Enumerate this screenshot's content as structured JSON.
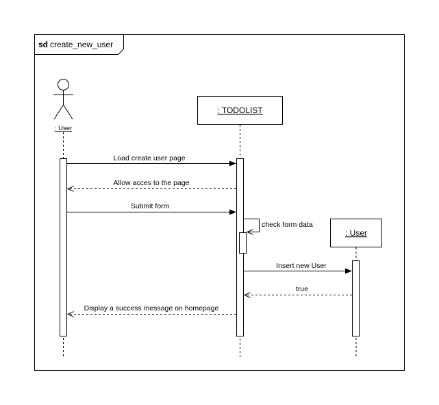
{
  "frame": {
    "keyword": "sd",
    "name": "create_new_user"
  },
  "participants": {
    "actor_user": ": User",
    "todolist": ": TODOLIST",
    "user_object": ": User"
  },
  "messages": {
    "m1": "Load create user page",
    "m2": "Allow acces to the page",
    "m3": "Submit form",
    "m4": "check form data",
    "m5": "Insert new User",
    "m6": "true",
    "m7": "Display a success message on homepage"
  }
}
